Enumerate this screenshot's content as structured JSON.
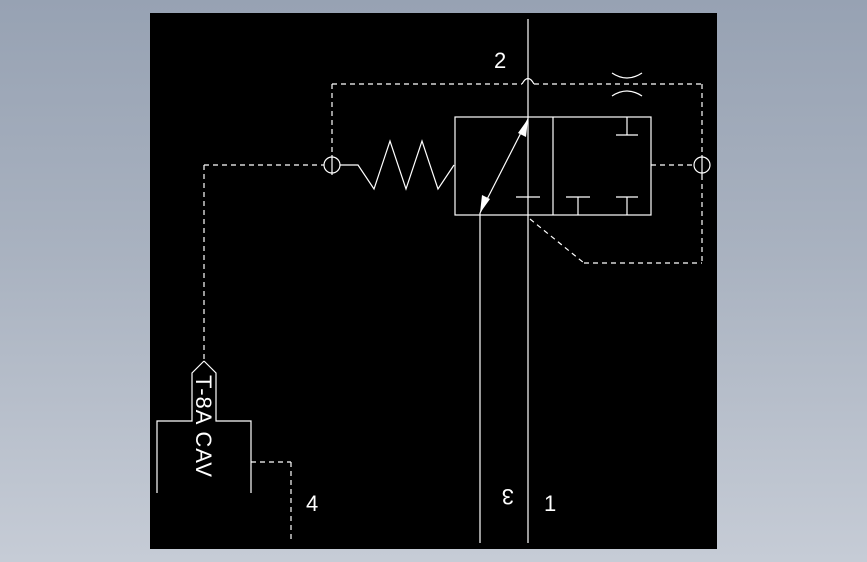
{
  "diagram": {
    "ports": {
      "port_2": "2",
      "port_1": "1",
      "port_3": "3",
      "port_4": "4"
    },
    "cartridge_label": "T-8A CAV",
    "colors": {
      "background": "#000000",
      "lines": "#ffffff",
      "frame": "#a3adbb"
    }
  }
}
